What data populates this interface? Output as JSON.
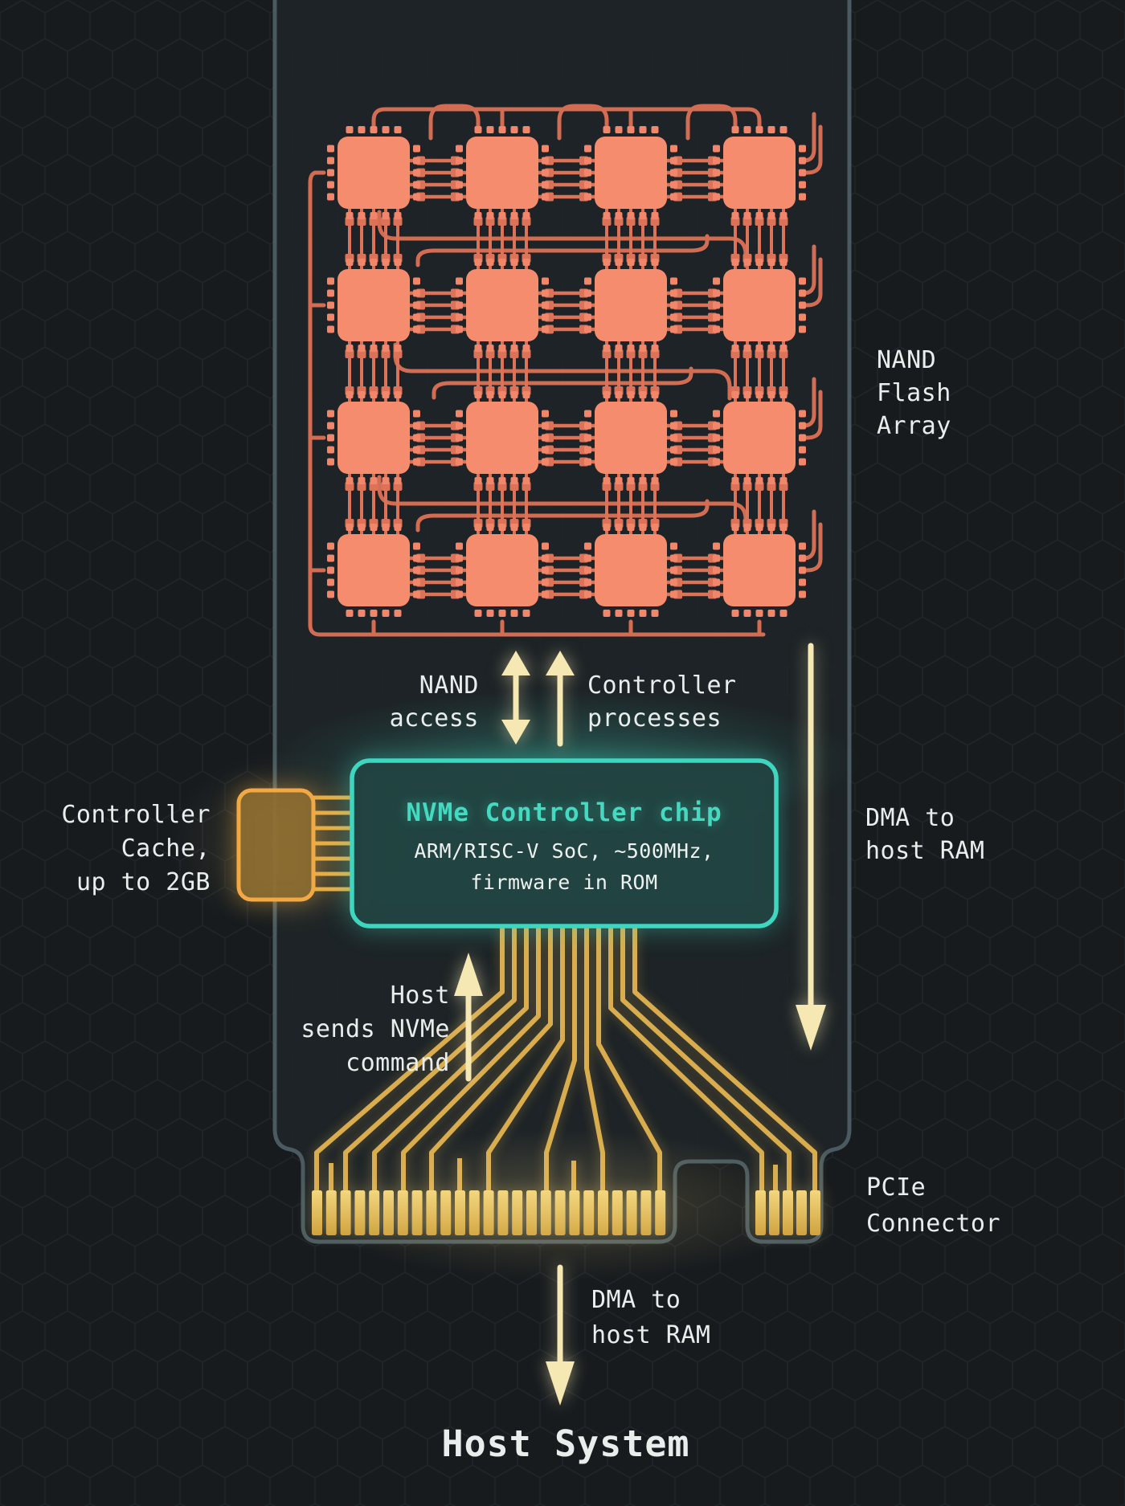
{
  "nand_array": {
    "label": "NAND\nFlash\nArray",
    "rows": 4,
    "cols": 4
  },
  "flows": {
    "nand_access": "NAND\naccess",
    "controller_processes": "Controller\nprocesses",
    "dma_right": "DMA to\nhost RAM",
    "host_command": "Host\nsends NVMe\ncommand",
    "dma_bottom": "DMA to\nhost RAM"
  },
  "controller": {
    "title": "NVMe Controller chip",
    "subtitle": "ARM/RISC-V SoC, ~500MHz,\nfirmware in ROM"
  },
  "cache": {
    "label": "Controller\nCache,\nup to 2GB"
  },
  "pcie": {
    "label": "PCIe\nConnector",
    "fingers_long": 25,
    "fingers_short": 5
  },
  "host": {
    "label": "Host System"
  },
  "colors": {
    "background": "#171b1e",
    "card_fill": "#1e2427",
    "card_edge": "#4a5a60",
    "nand_chip": "#f58c6e",
    "trace": "#dc7257",
    "teal_accent": "#3fd6c0",
    "gold": "#d9ad4e",
    "cream_arrow": "#f6e8b2",
    "text": "#e9edec"
  }
}
